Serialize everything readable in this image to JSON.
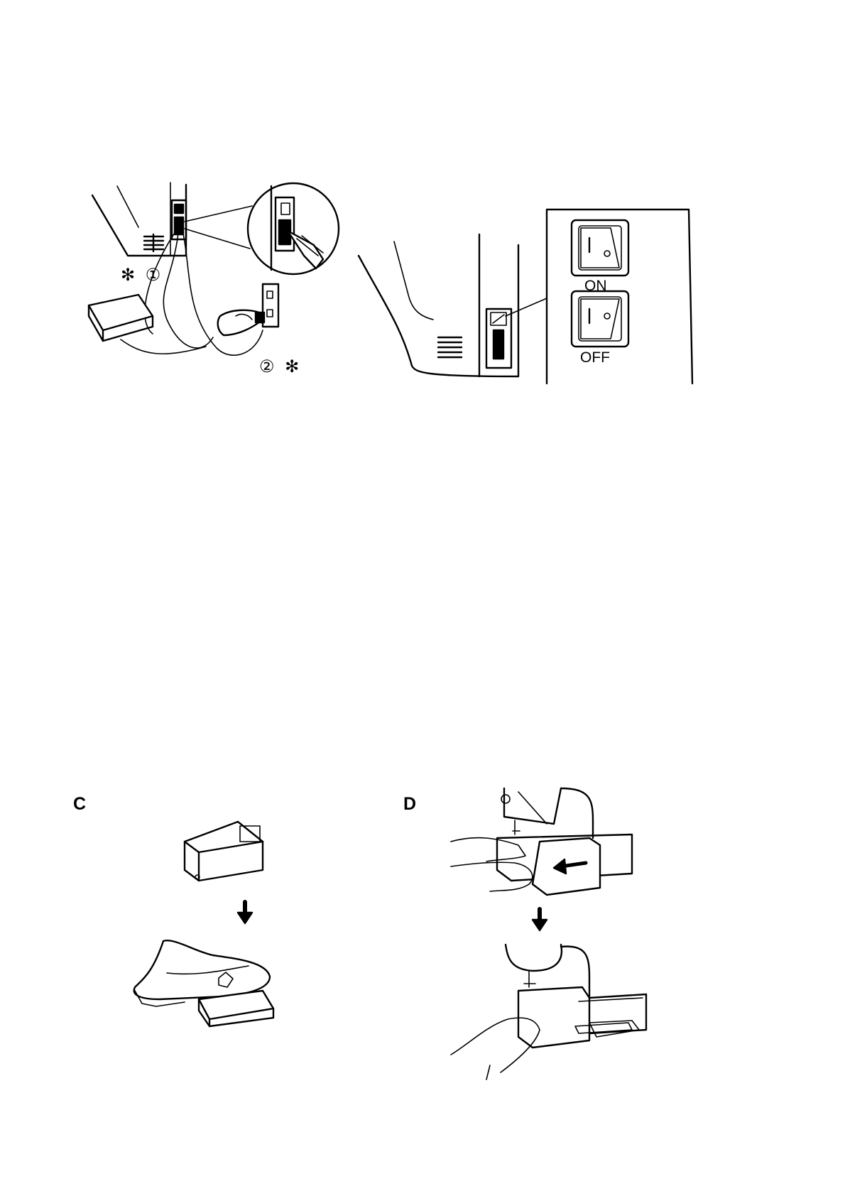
{
  "figure_a": {
    "callout_1": "✻ ①",
    "callout_2": "② ✻"
  },
  "figure_b": {
    "on_label": "ON",
    "off_label": "OFF"
  },
  "figure_c": {
    "letter": "C"
  },
  "figure_d": {
    "letter": "D"
  }
}
